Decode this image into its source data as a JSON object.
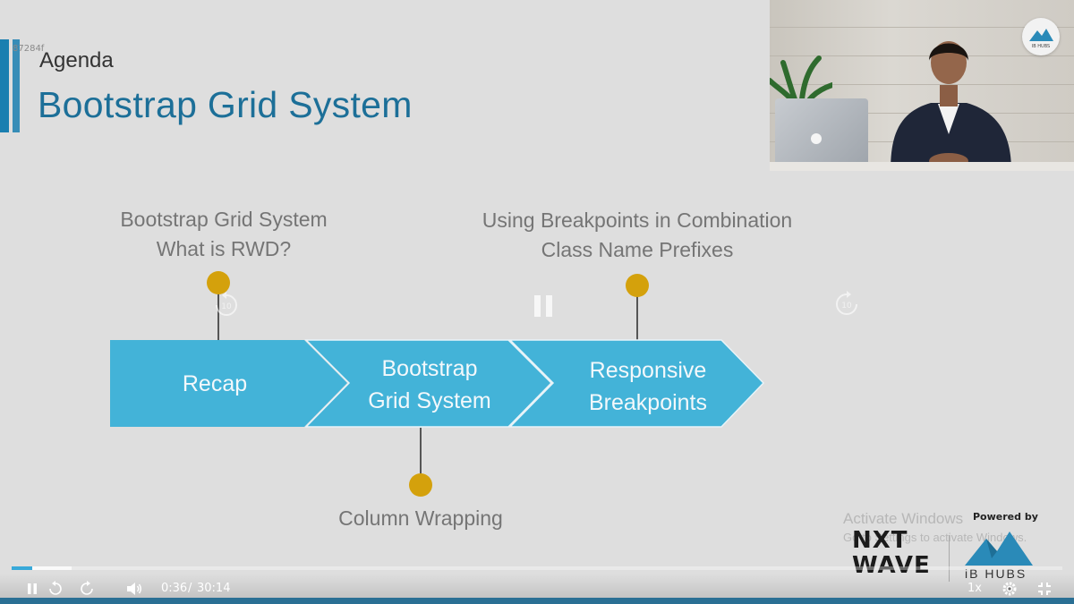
{
  "slide": {
    "watermark_id": "87284f",
    "subtitle": "Agenda",
    "title": "Bootstrap Grid System",
    "accent_color": "#1c6f98",
    "arrow_color": "#43b3d8",
    "dot_color": "#d4a10c"
  },
  "timeline": {
    "top_labels": [
      {
        "line1": "Bootstrap Grid System",
        "line2": "What is RWD?"
      },
      {
        "line1": "Using Breakpoints in Combination",
        "line2": "Class Name Prefixes"
      }
    ],
    "bottom_label": "Column Wrapping",
    "stages": [
      {
        "line1": "Recap",
        "line2": ""
      },
      {
        "line1": "Bootstrap",
        "line2": "Grid System"
      },
      {
        "line1": "Responsive",
        "line2": "Breakpoints"
      }
    ]
  },
  "overlay": {
    "rewind_icon": "replay-10-icon",
    "rewind_label": "10",
    "pause_icon": "pause-icon",
    "forward_icon": "forward-10-icon",
    "forward_label": "10"
  },
  "branding": {
    "windows_activate": "Activate Windows",
    "windows_settings": "Go to Settings to activate Windows.",
    "powered_by": "Powered by",
    "nxt_line1": "NXT",
    "nxt_line2": "WAVE",
    "ibhubs": "iB HUBS",
    "cam_logo": "IB HUBS"
  },
  "player": {
    "current_time": "0:36",
    "separator": "/",
    "duration": "30:14",
    "speed": "1x",
    "played_fraction": 0.02,
    "buffered_fraction": 0.057,
    "icons": [
      "pause-icon",
      "rewind-10-icon",
      "forward-10-icon",
      "volume-icon",
      "settings-gear-icon",
      "exit-fullscreen-icon"
    ]
  }
}
